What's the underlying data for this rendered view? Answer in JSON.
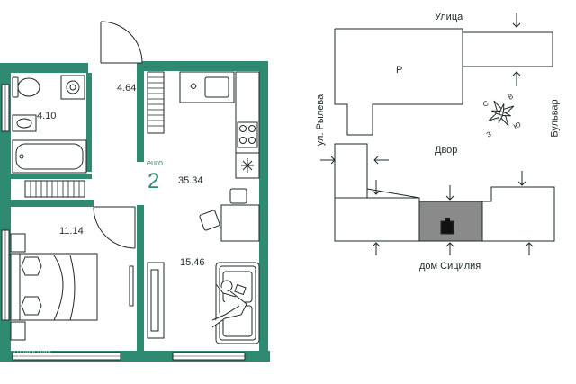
{
  "colors": {
    "wall": "#2f8a72",
    "line": "#1e2a27",
    "accent": "#2f8a72",
    "shade": "#8a8a8a",
    "bg": "#ffffff"
  },
  "floor_plan": {
    "room_areas": {
      "corridor": "4.64",
      "bathroom": "4.10",
      "bedroom": "11.14",
      "living_kitchen": "15.46"
    },
    "unit": {
      "type_label": "euro",
      "rooms": "2",
      "total_area": "35.34"
    },
    "icons": [
      "toilet-icon",
      "washing-machine-icon",
      "sink-icon",
      "bathtub-icon",
      "radiator-icon",
      "stove-icon",
      "fridge-icon",
      "bed-icon",
      "sofa-icon",
      "table-icon",
      "chair-icon",
      "tv-icon",
      "person-icon",
      "door-icon",
      "window-icon"
    ]
  },
  "site_plan": {
    "street_top": "Улица",
    "street_left": "ул. Рылева",
    "street_right": "Бульвар",
    "courtyard": "Двор",
    "parking": "Р",
    "building": "дом Сицилия",
    "compass": {
      "n": "С",
      "e": "В",
      "s": "Ю",
      "w": "З"
    }
  },
  "watermark": "Домклик"
}
